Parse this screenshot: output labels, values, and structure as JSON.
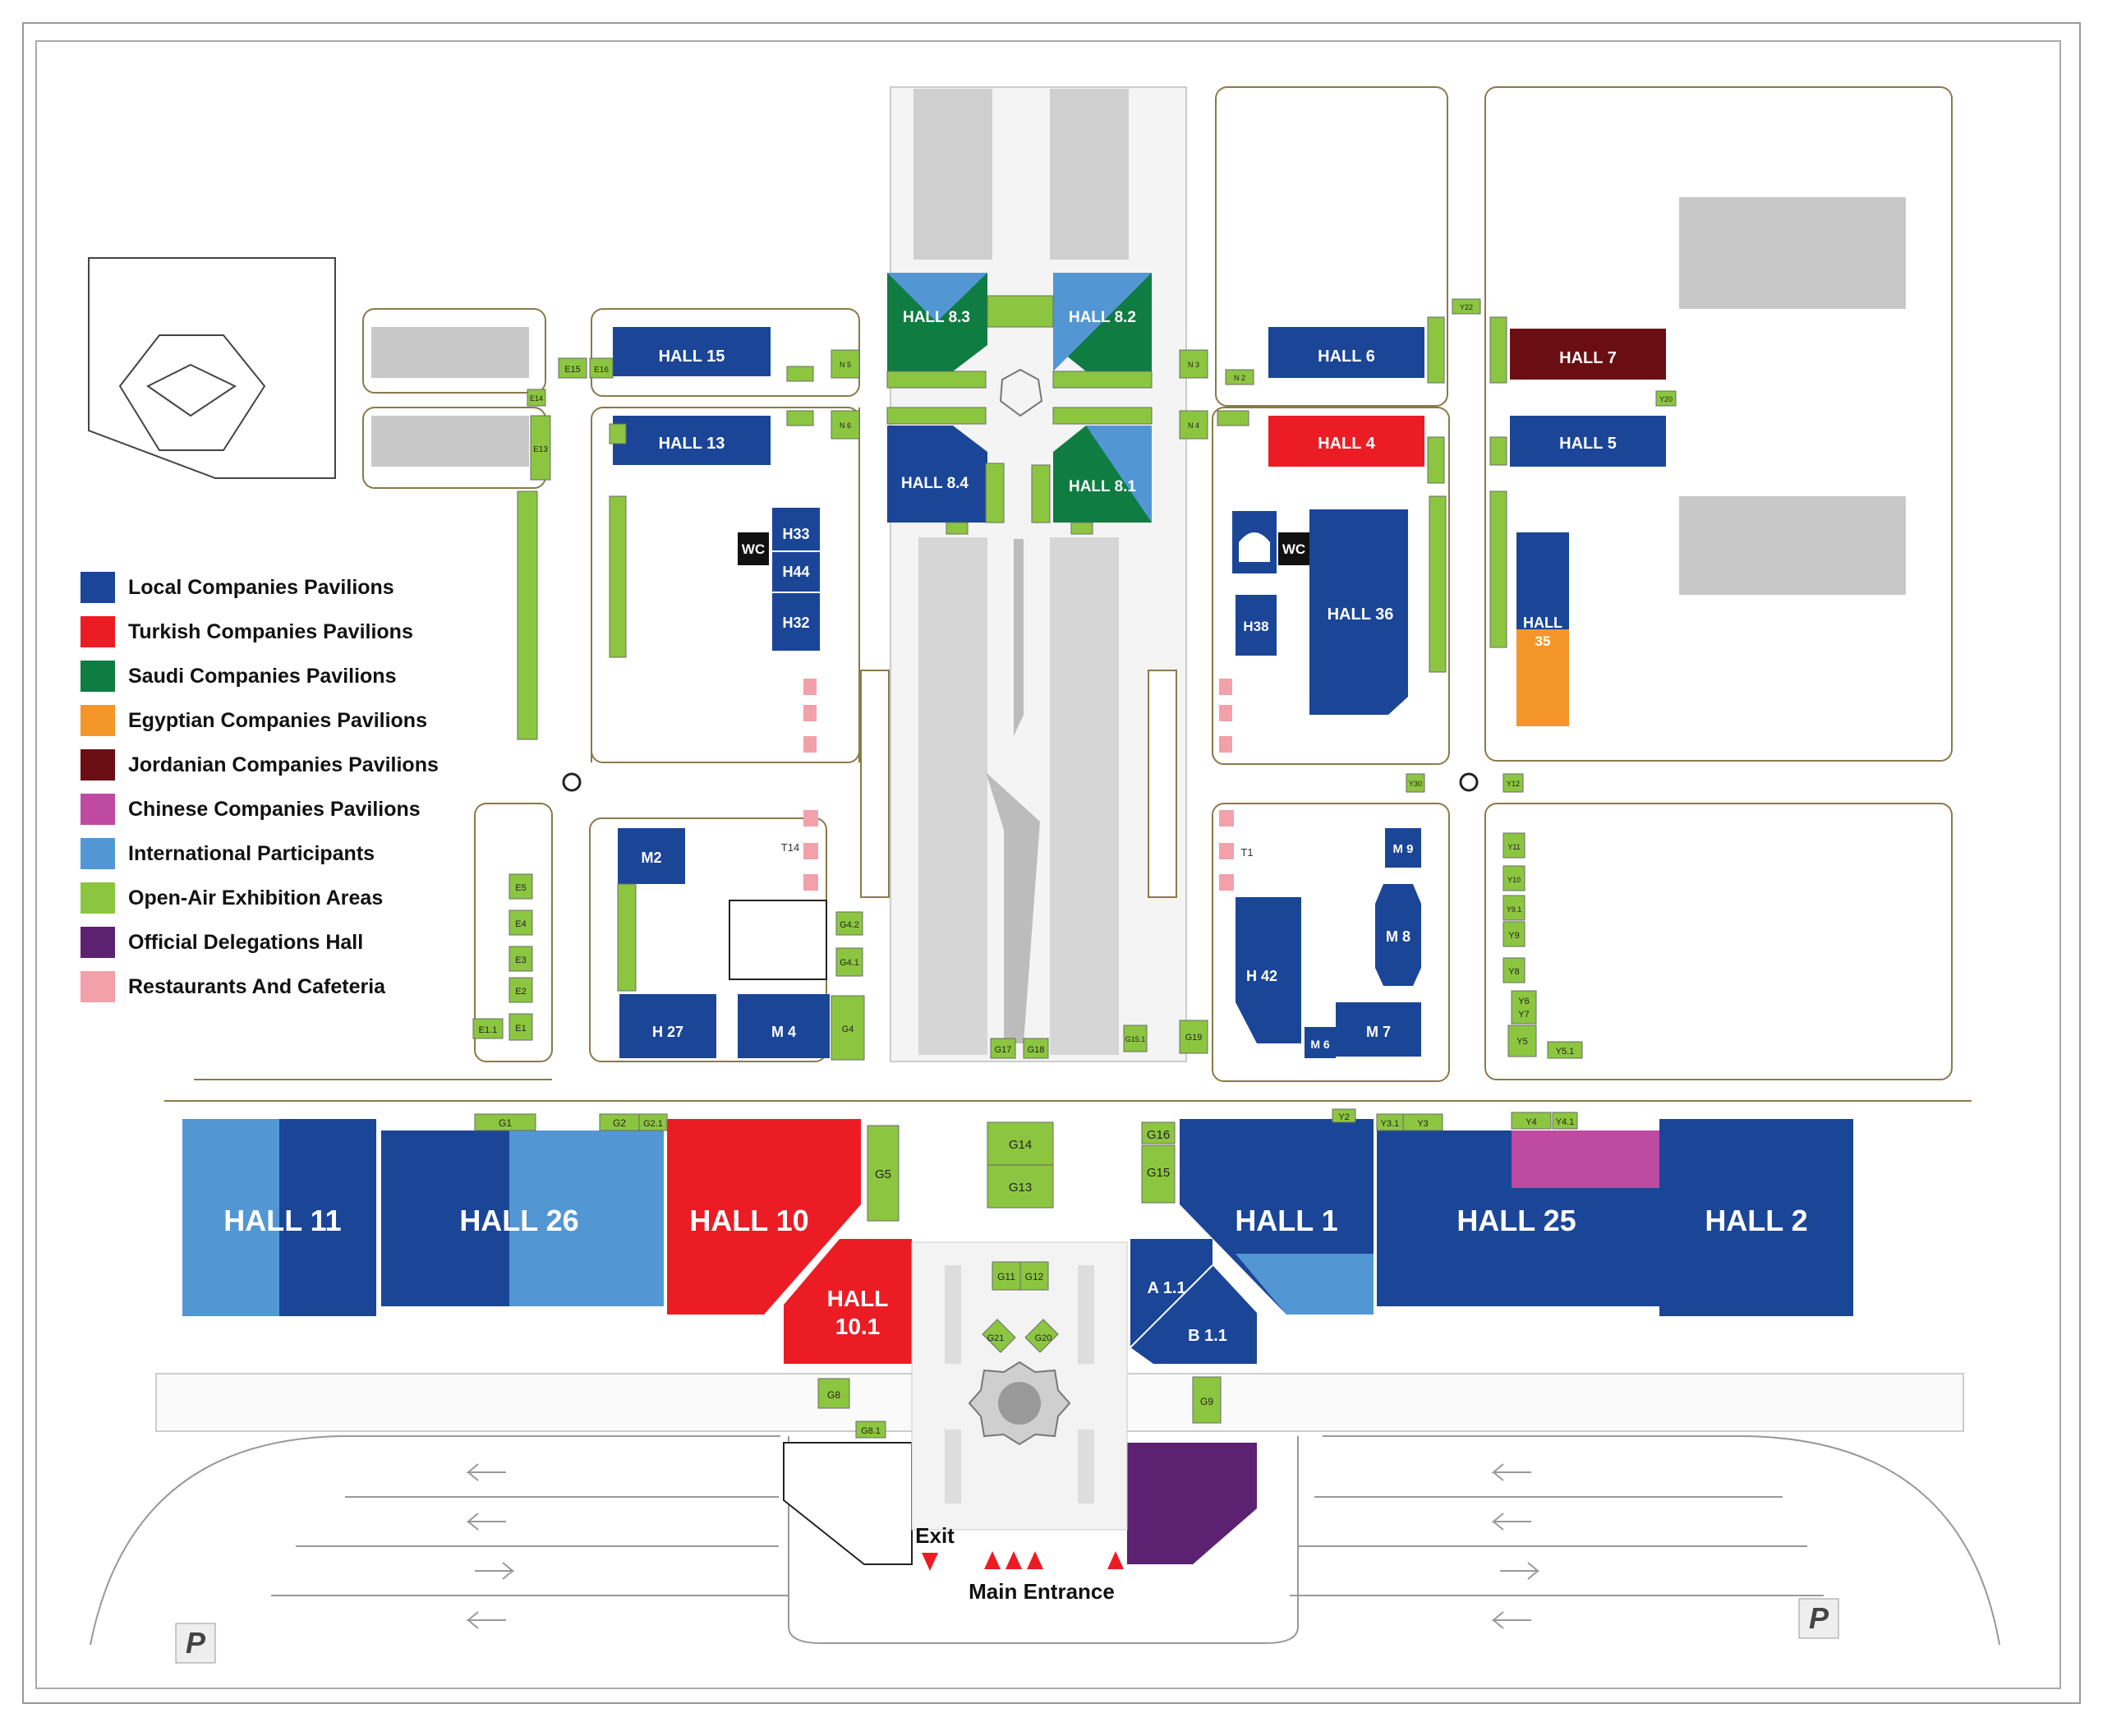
{
  "colors": {
    "local": "#1b4597",
    "turkish": "#ec1c24",
    "saudi": "#0f7c41",
    "egyptian": "#f5962a",
    "jordanian": "#6b0e14",
    "chinese": "#bf4aa2",
    "international": "#5297d3",
    "open_air": "#8cc640",
    "delegations": "#5c2171",
    "restaurants": "#f2a0aa"
  },
  "legend": [
    {
      "key": "local",
      "label": "Local Companies Pavilions"
    },
    {
      "key": "turkish",
      "label": "Turkish Companies Pavilions"
    },
    {
      "key": "saudi",
      "label": "Saudi Companies Pavilions"
    },
    {
      "key": "egyptian",
      "label": "Egyptian Companies Pavilions"
    },
    {
      "key": "jordanian",
      "label": "Jordanian Companies Pavilions"
    },
    {
      "key": "chinese",
      "label": "Chinese Companies Pavilions"
    },
    {
      "key": "international",
      "label": "International Participants"
    },
    {
      "key": "open_air",
      "label": "Open-Air Exhibition Areas"
    },
    {
      "key": "delegations",
      "label": "Official Delegations Hall"
    },
    {
      "key": "restaurants",
      "label": "Restaurants And Cafeteria"
    }
  ],
  "halls": {
    "hall_15": "HALL 15",
    "hall_13": "HALL 13",
    "hall_8_3": "HALL 8.3",
    "hall_8_2": "HALL 8.2",
    "hall_8_4": "HALL 8.4",
    "hall_8_1": "HALL 8.1",
    "hall_6": "HALL 6",
    "hall_7": "HALL 7",
    "hall_4": "HALL 4",
    "hall_5": "HALL 5",
    "hall_36": "HALL 36",
    "hall_35_a": "HALL",
    "hall_35_b": "35",
    "h33": "H33",
    "h44": "H44",
    "h32": "H32",
    "h38": "H38",
    "h42": "H 42",
    "h27": "H 27",
    "m4": "M 4",
    "m2": "M2",
    "m9": "M 9",
    "m8": "M 8",
    "m7": "M 7",
    "m6": "M 6",
    "wc": "WC",
    "hall_11": "HALL 11",
    "hall_26": "HALL 26",
    "hall_10": "HALL 10",
    "hall_10_1_a": "HALL",
    "hall_10_1_b": "10.1",
    "hall_1": "HALL 1",
    "hall_25": "HALL 25",
    "hall_2": "HALL 2",
    "a_1_1": "A 1.1",
    "b_1_1": "B 1.1"
  },
  "open_air": {
    "g14": "G14",
    "g13": "G13",
    "g5": "G5",
    "g16": "G16",
    "g15": "G15",
    "g11": "G11",
    "g12": "G12",
    "g21": "G21",
    "g20": "G20",
    "g8": "G8",
    "g8_1": "G8.1",
    "g9": "G9",
    "g1": "G1",
    "g2": "G2",
    "g2_1": "G2.1",
    "y2": "Y2",
    "y3_1": "Y3.1",
    "y3": "Y3",
    "y4": "Y4",
    "y4_1": "Y4.1",
    "g4_2": "G4.2",
    "g4_1": "G4.1",
    "g4": "G4",
    "g17": "G17",
    "g18": "G18",
    "g19": "G19",
    "g15_1": "G15.1",
    "e15": "E15",
    "e16": "E16",
    "e13": "E13",
    "e14": "E14",
    "e5": "E5",
    "e4": "E4",
    "e3": "E3",
    "e2": "E2",
    "e1": "E1",
    "e1_1": "E1.1",
    "y11": "Y11",
    "y10": "Y10",
    "y9_1": "Y9.1",
    "y9": "Y9",
    "y8": "Y8",
    "y6": "Y6",
    "y7": "Y7",
    "y5": "Y5",
    "y5_1": "Y5.1",
    "y30": "Y30",
    "y12": "Y12",
    "y22": "Y22",
    "y20": "Y20",
    "n5": "N 5",
    "n6": "N 6",
    "n3": "N 3",
    "n4": "N 4",
    "n2": "N 2"
  },
  "labels": {
    "exit": "Exit",
    "main_entrance": "Main Entrance",
    "parking": "P",
    "t14": "T14",
    "t1": "T1"
  }
}
